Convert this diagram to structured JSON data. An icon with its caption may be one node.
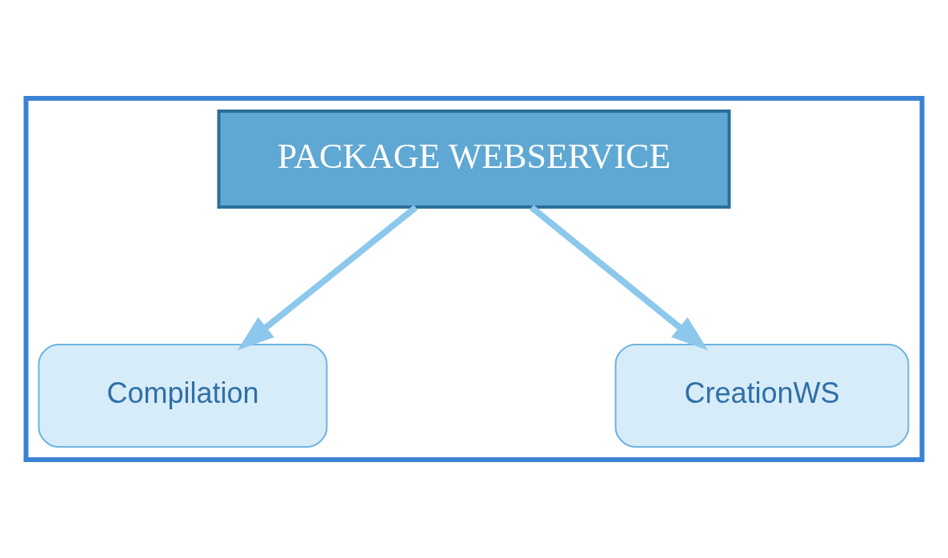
{
  "diagram": {
    "nodes": [
      {
        "text": [],
        "shape": "box"
      },
      {
        "text": [
          "PACKAGE WEBSERVICE"
        ],
        "in": 0
      },
      {
        "text": [
          "Compilation"
        ],
        "in": 0
      },
      {
        "text": [
          "CreationWS"
        ],
        "in": 0
      }
    ],
    "edges": [
      {
        "from": 1,
        "to": 2,
        "arrow": "to"
      },
      {
        "from": 1,
        "to": 3,
        "arrow": "to"
      }
    ]
  }
}
